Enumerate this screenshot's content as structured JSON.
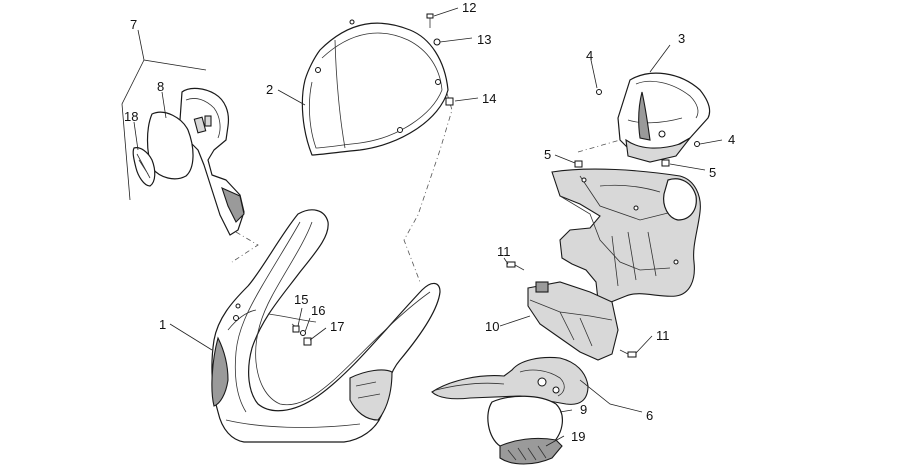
{
  "figure": {
    "kind": "exploded parts diagram",
    "callouts": [
      {
        "id": "c1",
        "text": "1"
      },
      {
        "id": "c2",
        "text": "2"
      },
      {
        "id": "c3",
        "text": "3"
      },
      {
        "id": "c4a",
        "text": "4"
      },
      {
        "id": "c4b",
        "text": "4"
      },
      {
        "id": "c5a",
        "text": "5"
      },
      {
        "id": "c5b",
        "text": "5"
      },
      {
        "id": "c6",
        "text": "6"
      },
      {
        "id": "c7",
        "text": "7"
      },
      {
        "id": "c8",
        "text": "8"
      },
      {
        "id": "c9",
        "text": "9"
      },
      {
        "id": "c10",
        "text": "10"
      },
      {
        "id": "c11a",
        "text": "11"
      },
      {
        "id": "c11b",
        "text": "11"
      },
      {
        "id": "c12",
        "text": "12"
      },
      {
        "id": "c13",
        "text": "13"
      },
      {
        "id": "c14",
        "text": "14"
      },
      {
        "id": "c15",
        "text": "15"
      },
      {
        "id": "c16",
        "text": "16"
      },
      {
        "id": "c17",
        "text": "17"
      },
      {
        "id": "c18",
        "text": "18"
      },
      {
        "id": "c19",
        "text": "19"
      }
    ]
  }
}
